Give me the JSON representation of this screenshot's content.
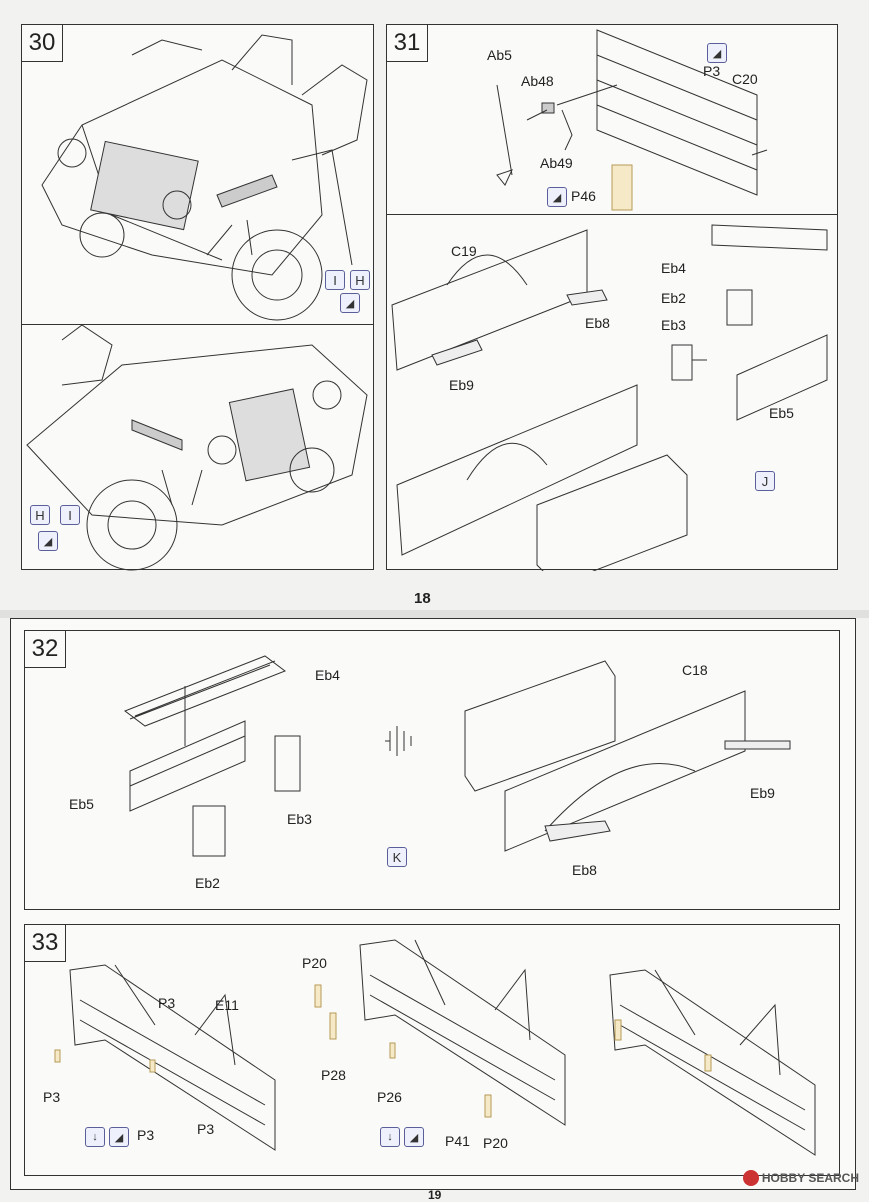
{
  "page_top": {
    "page_number": "18",
    "step30": {
      "number": "30",
      "tags": [
        "I",
        "H"
      ]
    },
    "step30b": {
      "tags": [
        "H",
        "I"
      ]
    },
    "step31": {
      "number": "31",
      "labels": [
        "Ab5",
        "Ab48",
        "Ab49",
        "P3",
        "C20",
        "P46"
      ],
      "bottom_labels": [
        "C19",
        "Eb8",
        "Eb9",
        "Eb4",
        "Eb2",
        "Eb3",
        "Eb5"
      ],
      "tag": "J"
    }
  },
  "page_bottom": {
    "page_number": "19",
    "step32": {
      "number": "32",
      "labels": [
        "Eb4",
        "Eb5",
        "Eb3",
        "Eb2",
        "C18",
        "Eb9",
        "Eb8"
      ],
      "tag": "K"
    },
    "step33": {
      "number": "33",
      "labels": [
        "P3",
        "E11",
        "P3",
        "P3",
        "P3",
        "P20",
        "P28",
        "P26",
        "P41",
        "P20"
      ]
    }
  },
  "watermark": {
    "text": "HOBBY SEARCH"
  },
  "icons": [
    "etch-knife-icon",
    "fold-down-icon",
    "symmetric-assembly-icon"
  ]
}
